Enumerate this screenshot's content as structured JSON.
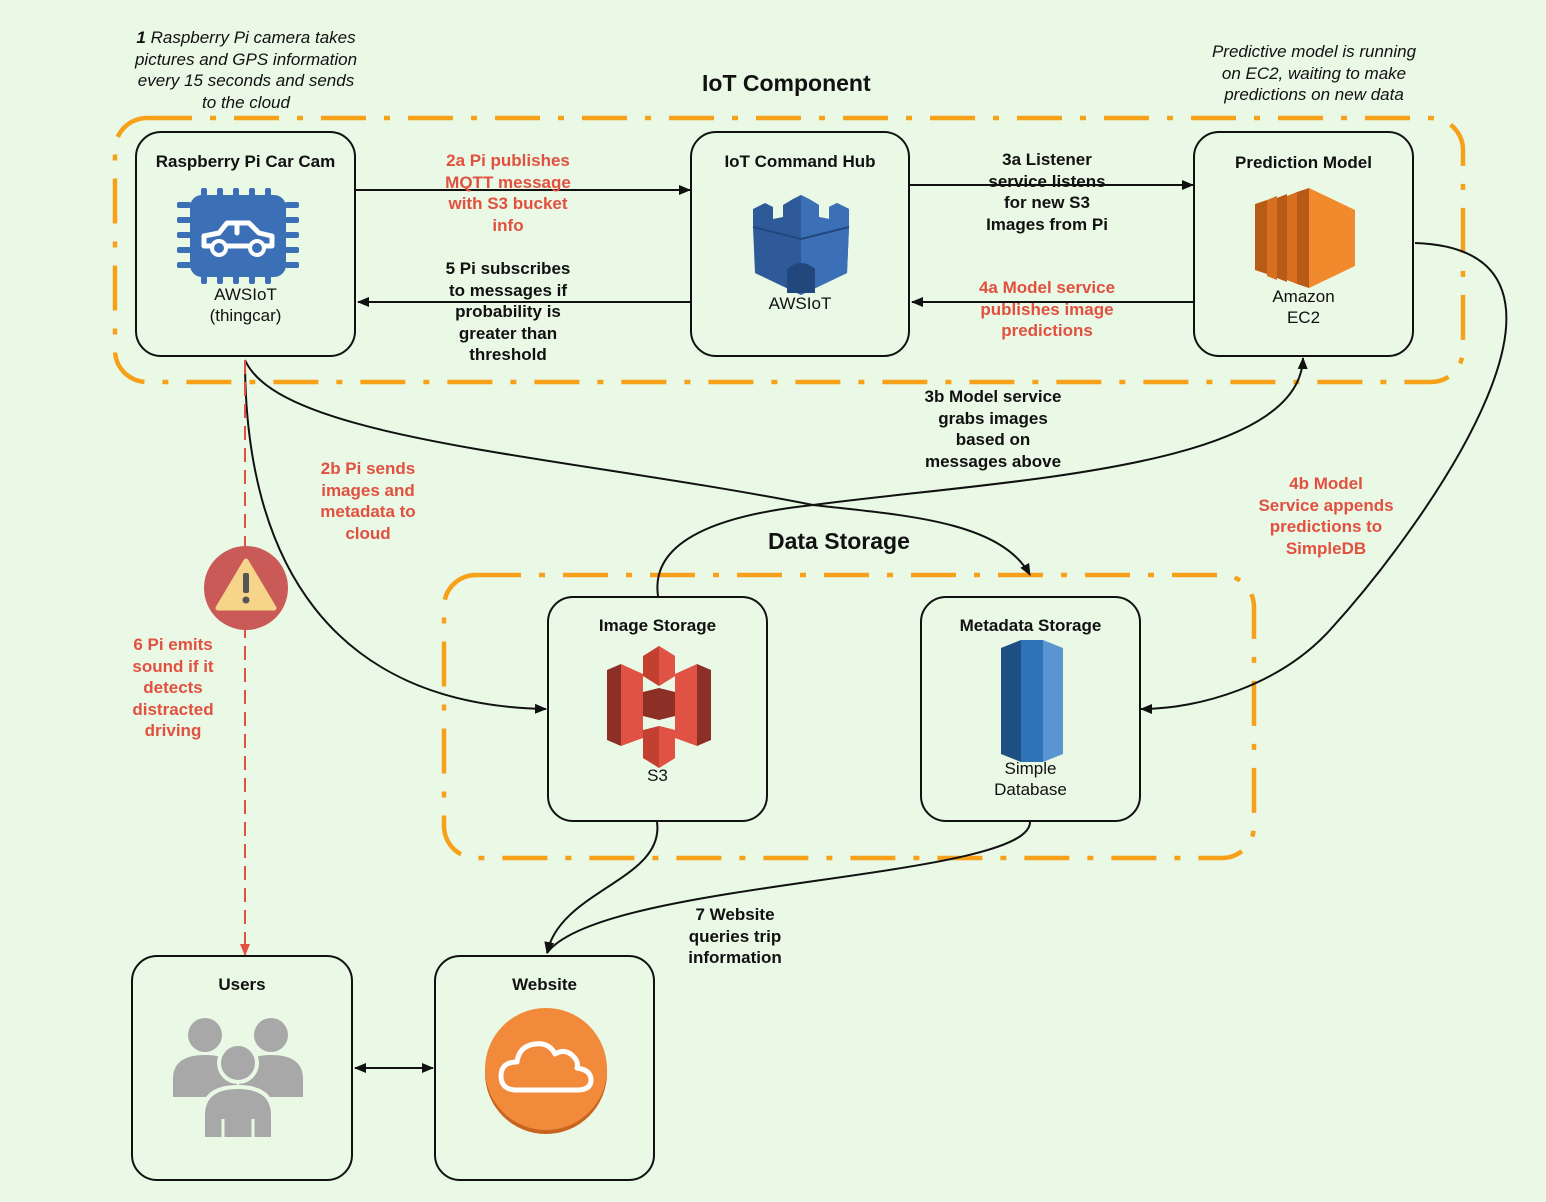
{
  "groups": {
    "iot": "IoT Component",
    "storage": "Data Storage"
  },
  "notes": {
    "pi_num": "1",
    "pi_text": " Raspberry Pi camera takes\npictures and GPS information\nevery 15 seconds and sends\nto the cloud",
    "model": "Predictive model is running\non EC2, waiting to make\npredictions on new data"
  },
  "nodes": {
    "pi": {
      "title": "Raspberry Pi Car Cam",
      "caption": "AWSIoT\n(thingcar)"
    },
    "hub": {
      "title": "IoT Command Hub",
      "caption": "AWSIoT"
    },
    "model": {
      "title": "Prediction Model",
      "caption": "Amazon\nEC2"
    },
    "image": {
      "title": "Image Storage",
      "caption": "S3"
    },
    "meta": {
      "title": "Metadata Storage",
      "caption": "Simple\nDatabase"
    },
    "users": {
      "title": "Users"
    },
    "website": {
      "title": "Website"
    }
  },
  "labels": {
    "l2a": "2a Pi publishes\nMQTT message\nwith S3 bucket\ninfo",
    "l5": "5 Pi subscribes\nto messages if\nprobability is\ngreater than\nthreshold",
    "l3a": "3a Listener\nservice  listens\nfor new S3\nImages from Pi",
    "l4a": "4a Model service\npublishes image\npredictions",
    "l3b": "3b Model service\ngrabs images\nbased on\nmessages above",
    "l2b": "2b Pi sends\nimages and\nmetadata to\ncloud",
    "l4b": "4b Model\nService appends\npredictions to\nSimpleDB",
    "l6": "6 Pi emits\nsound if it\ndetects\ndistracted\ndriving",
    "l7": "7 Website\nqueries trip\ninformation"
  },
  "icons": {
    "pi": "car-chip-icon",
    "hub": "aws-iot-castle-icon",
    "model": "aws-ec2-icon",
    "image": "aws-s3-icon",
    "meta": "aws-simpledb-icon",
    "users": "users-group-icon",
    "website": "cloud-icon",
    "warning": "warning-icon"
  },
  "colors": {
    "background": "#eaf8e6",
    "group_border": "#f7a11a",
    "red_text": "#e2503f",
    "iot_blue": "#3b6fb6",
    "ec2_orange": "#f08a2d",
    "s3_red": "#e05243",
    "simpledb_blue": "#2e73b8",
    "website_orange": "#f28a3b",
    "users_gray": "#a8a8a8",
    "warning_red": "#c95a57"
  }
}
